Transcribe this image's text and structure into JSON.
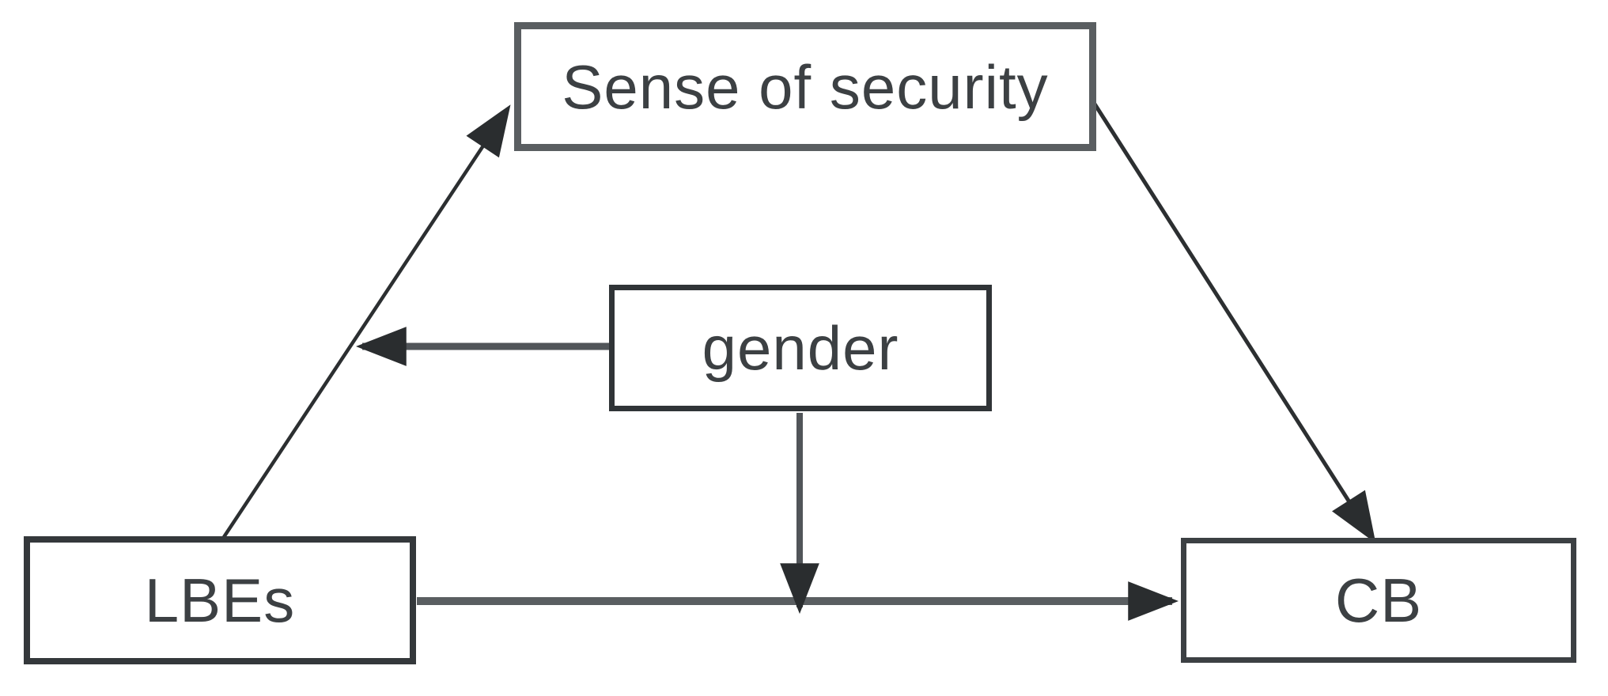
{
  "diagram": {
    "type": "path-model",
    "description": "Moderated mediation model: LBEs predicts CB directly and via Sense of security; gender moderates the LBEs-Sense of security path and the LBEs-CB path.",
    "nodes": {
      "sense_of_security": {
        "label": "Sense of security",
        "role": "mediator"
      },
      "gender": {
        "label": "gender",
        "role": "moderator"
      },
      "lbes": {
        "label": "LBEs",
        "role": "predictor"
      },
      "cb": {
        "label": "CB",
        "role": "outcome"
      }
    },
    "edges": [
      {
        "from": "LBEs",
        "to": "Sense of security",
        "style": "arrow"
      },
      {
        "from": "Sense of security",
        "to": "CB",
        "style": "arrow"
      },
      {
        "from": "LBEs",
        "to": "CB",
        "style": "arrow"
      },
      {
        "from": "gender",
        "to": "path LBEs-Sense of security",
        "style": "arrow"
      },
      {
        "from": "gender",
        "to": "path LBEs-CB",
        "style": "arrow"
      }
    ],
    "colors": {
      "background": "#ffffff",
      "box_border": "#44484b",
      "line": "#55585c",
      "diagonal_line": "#2c2f31",
      "arrowhead": "#2a2d2f",
      "text": "#3c4043"
    }
  }
}
